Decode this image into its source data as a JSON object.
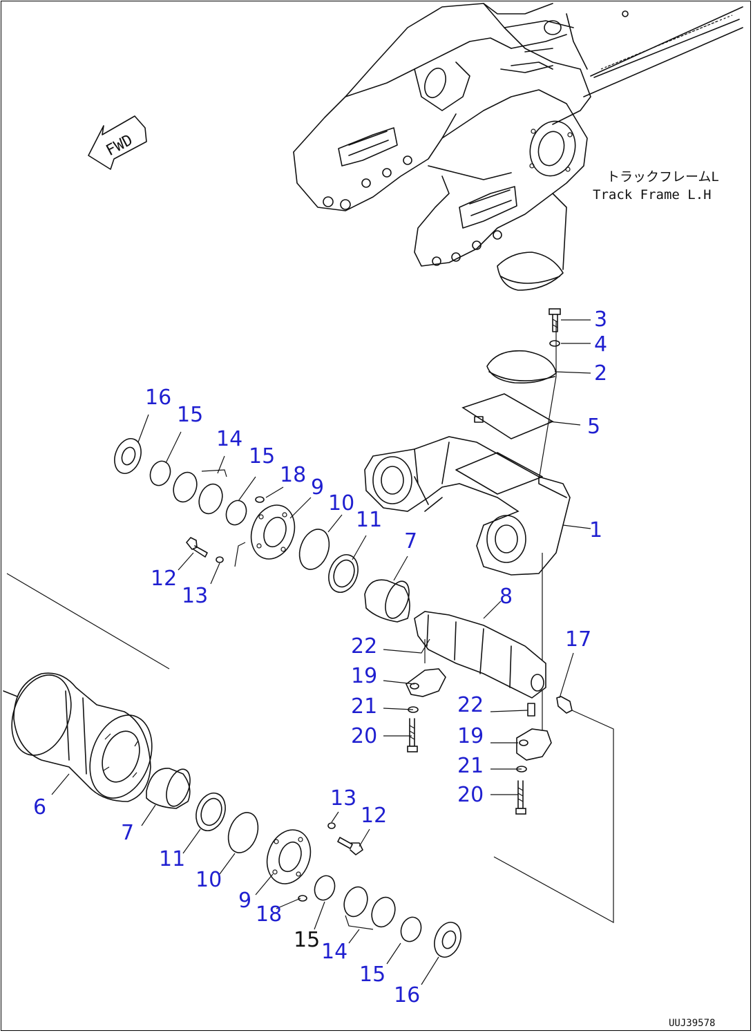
{
  "fwd_label": "FWD",
  "frame_label_jp": "トラックフレームL",
  "frame_label_en": "Track Frame L.H",
  "drawing_code": "UUJ39578",
  "callouts": {
    "c1": "1",
    "c2": "2",
    "c3": "3",
    "c4": "4",
    "c5": "5",
    "c6": "6",
    "c7a": "7",
    "c7b": "7",
    "c8": "8",
    "c9a": "9",
    "c9b": "9",
    "c10a": "10",
    "c10b": "10",
    "c11a": "11",
    "c11b": "11",
    "c12a": "12",
    "c12b": "12",
    "c13a": "13",
    "c13b": "13",
    "c14a": "14",
    "c14b": "14",
    "c15a": "15",
    "c15b": "15",
    "c15c": "15",
    "c15d": "15",
    "c16a": "16",
    "c16b": "16",
    "c17": "17",
    "c18a": "18",
    "c18b": "18",
    "c19a": "19",
    "c19b": "19",
    "c20a": "20",
    "c20b": "20",
    "c21a": "21",
    "c21b": "21",
    "c22a": "22",
    "c22b": "22"
  },
  "colors": {
    "callout": "#1f1fd0",
    "line": "#111111"
  }
}
